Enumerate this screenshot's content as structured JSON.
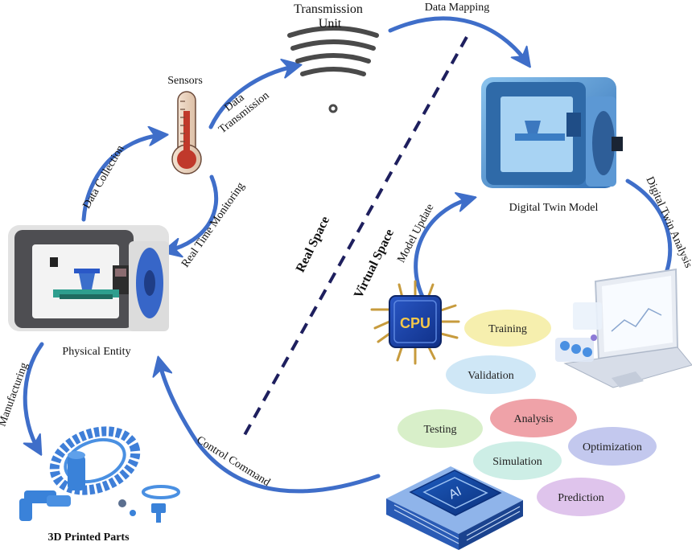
{
  "nodes": {
    "transmission_unit": "Transmission\nUnit",
    "sensors": "Sensors",
    "physical_entity": "Physical Entity",
    "printed_parts": "3D Printed Parts",
    "digital_twin_model": "Digital Twin Model",
    "cpu": "CPU",
    "ai": "AI"
  },
  "edges": {
    "data_mapping": "Data Mapping",
    "data_transmission": "Data\nTransmission",
    "data_collection": "Data Collection",
    "real_time_monitoring": "Real Time Monitoring",
    "manufacturing": "Manufacturing",
    "control_command": "Control Command",
    "model_update": "Model Update",
    "digital_twin_analysis": "Digital Twin Analysis"
  },
  "spaces": {
    "real": "Real Space",
    "virtual": "Virtual Space"
  },
  "processes": [
    {
      "label": "Training",
      "color": "#f6efae"
    },
    {
      "label": "Validation",
      "color": "#cfe7f6"
    },
    {
      "label": "Testing",
      "color": "#d8efc9"
    },
    {
      "label": "Analysis",
      "color": "#efa2a8"
    },
    {
      "label": "Optimization",
      "color": "#c3c8ee"
    },
    {
      "label": "Simulation",
      "color": "#cdeee6"
    },
    {
      "label": "Prediction",
      "color": "#dfc4ec"
    }
  ],
  "colors": {
    "arrow": "#3f6ec9",
    "divider": "#1e1f5e",
    "twin": "#4a8bc9",
    "printer": "#4e4e52",
    "filament": "#3766c8"
  }
}
